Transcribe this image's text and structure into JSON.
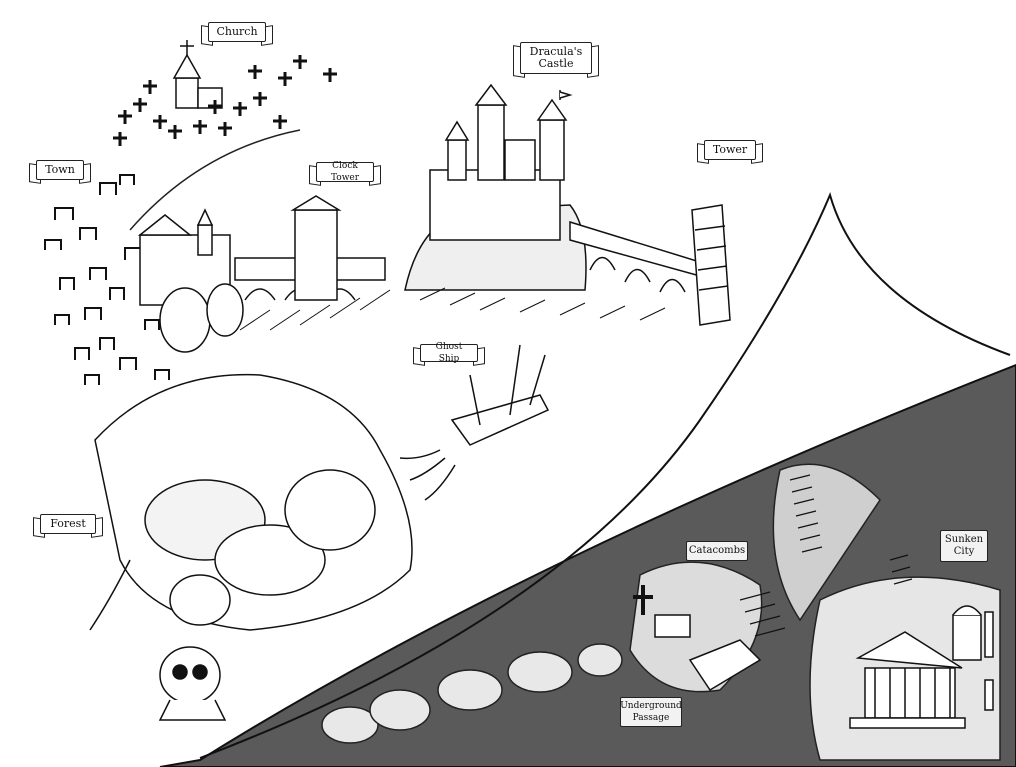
{
  "labels": {
    "church": "Church",
    "draculas_castle": "Dracula's\nCastle",
    "town": "Town",
    "clock_tower": "Clock Tower",
    "tower": "Tower",
    "ghost_ship": "Ghost Ship",
    "forest": "Forest",
    "catacombs": "Catacombs",
    "sunken_city": "Sunken\nCity",
    "underground_passage": "Underground\nPassage"
  },
  "colors": {
    "ink": "#111111",
    "paper": "#ffffff",
    "underground": "#5a5a5a"
  }
}
